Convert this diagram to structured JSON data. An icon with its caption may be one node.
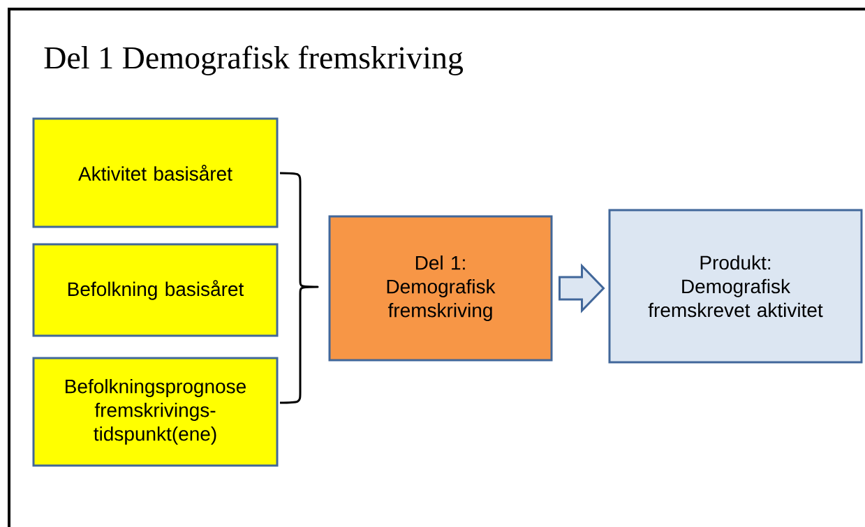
{
  "diagram": {
    "title": "Del 1 Demografisk fremskriving",
    "nodes": [
      {
        "text": [
          "Aktivitet basisåret"
        ]
      },
      {
        "text": [
          "Befolkning basisåret"
        ]
      },
      {
        "text": [
          "Befolkningsprognose fremskrivings-tidspunkt(ene)"
        ]
      },
      {
        "text": [
          "Del 1: Demografisk fremskriving"
        ]
      },
      {
        "text": [
          "Produkt: Demografisk fremskrevet aktivitet"
        ]
      }
    ],
    "edges": [
      {
        "from": 3,
        "to": 4,
        "arrow": "to"
      }
    ]
  }
}
